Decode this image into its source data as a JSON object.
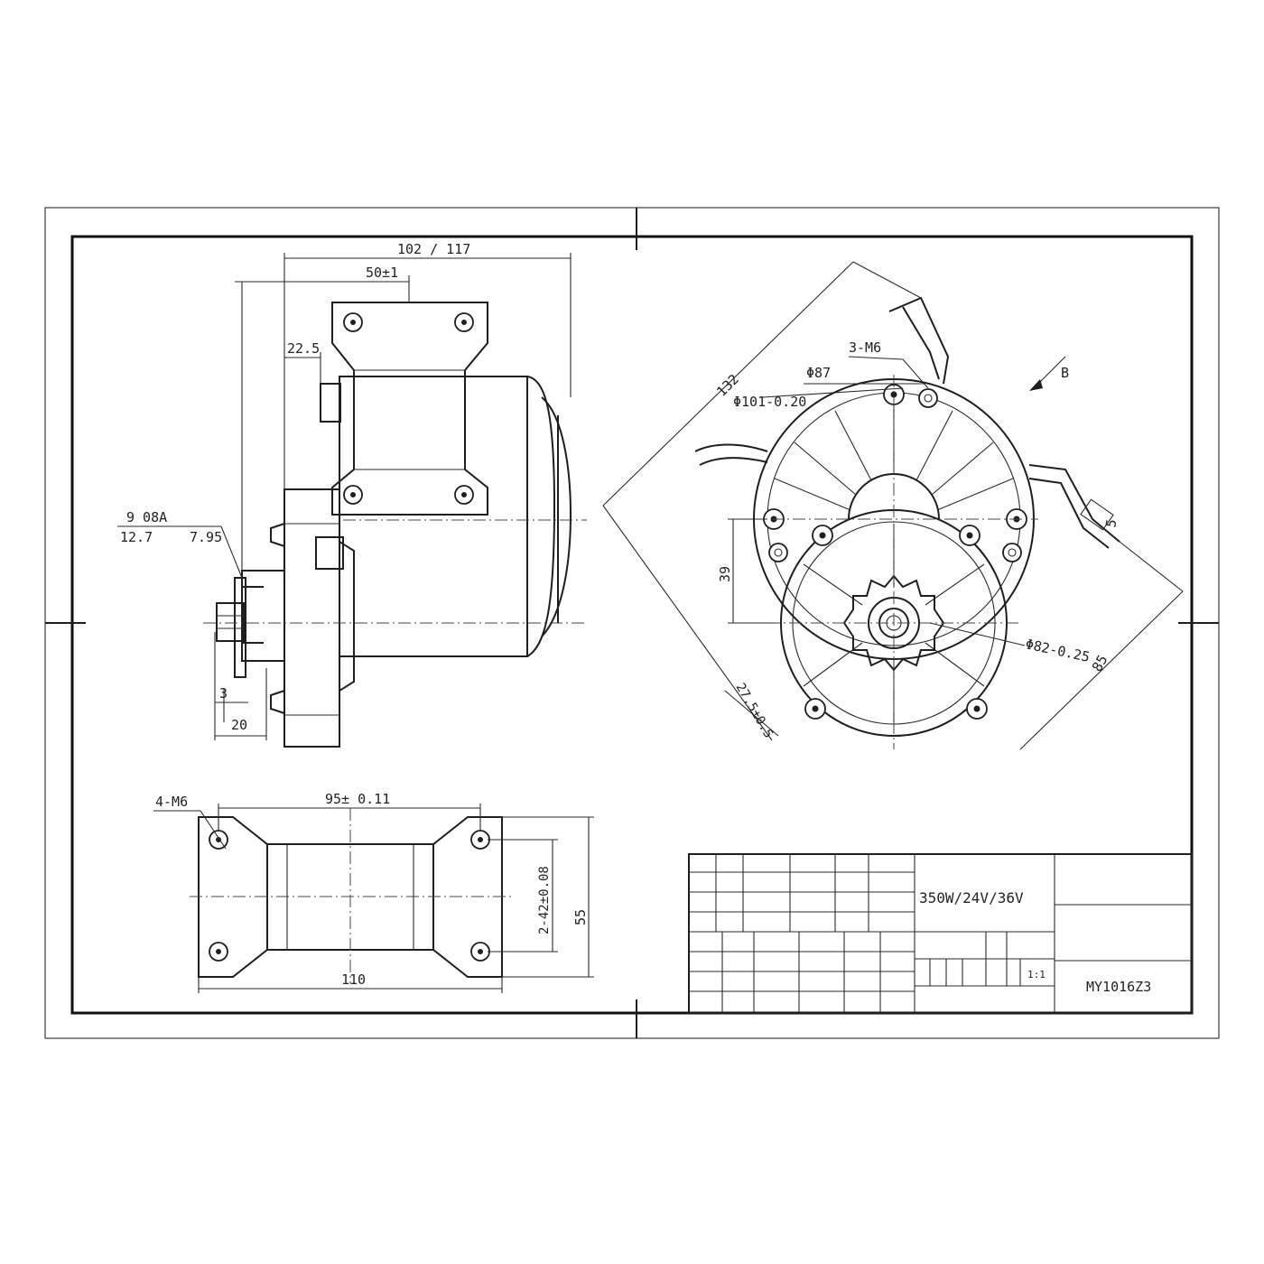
{
  "side_view": {
    "dim_overall": "102 / 117",
    "dim_mount_offset": "50±1",
    "dim_flange": "22.5",
    "sprocket_spec": "9 08A",
    "sprocket_pitch": "12.7",
    "sprocket_roller": "7.95",
    "dim_tooth_width": "3",
    "dim_shaft": "20"
  },
  "end_view": {
    "dim_diagonal": "132",
    "dim_bore": "Φ101-0.20",
    "dim_pcd": "Φ87",
    "holes_callout": "3-M6",
    "view_arrow_label": "B",
    "dim_center_offset": "39",
    "dim_gear_dia": "Φ82-0.25",
    "dim_span": "85",
    "dim_offset": "27.5±0.5",
    "dim_cable": "5"
  },
  "bracket_view": {
    "holes_callout": "4-M6",
    "dim_hole_spacing": "95± 0.11",
    "dim_width": "110",
    "dim_slot": "2-42±0.08",
    "dim_height": "55"
  },
  "title_block": {
    "spec": "350W/24V/36V",
    "scale": "1:1",
    "part_number": "MY1016Z3"
  }
}
